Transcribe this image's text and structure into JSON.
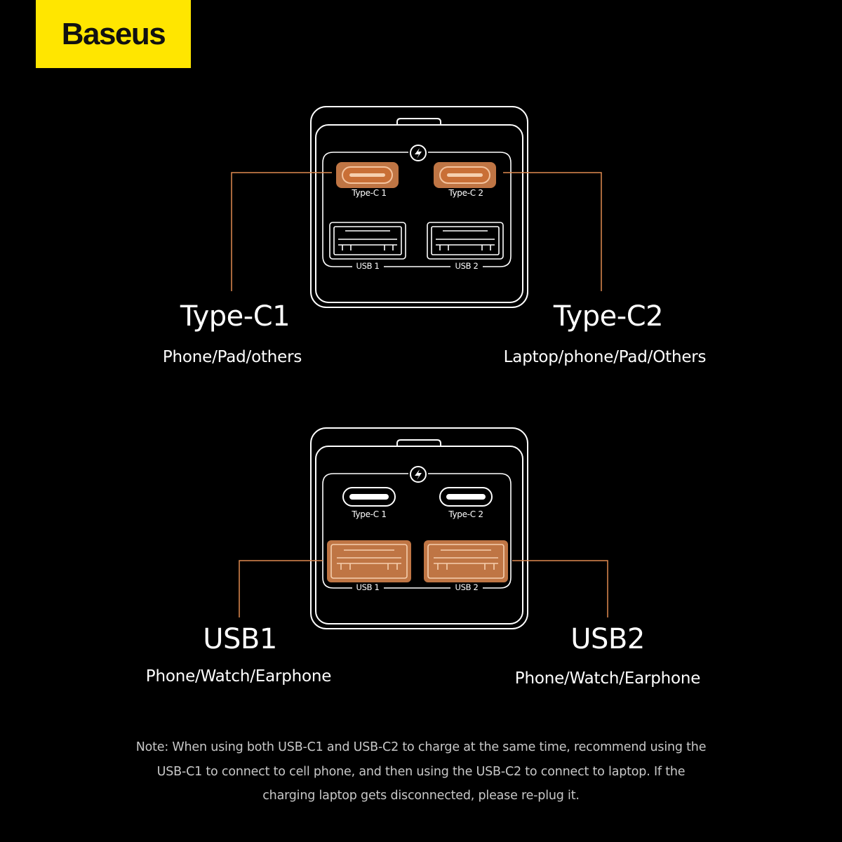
{
  "brand": {
    "name": "Baseus",
    "bg_color": "#FFE600"
  },
  "accent_color": "#E08A50",
  "diagrams": [
    {
      "highlight": "type-c",
      "ports": {
        "c1": "Type-C 1",
        "c2": "Type-C 2",
        "usb1": "USB 1",
        "usb2": "USB 2"
      },
      "left": {
        "title": "Type-C1",
        "subtitle": "Phone/Pad/others"
      },
      "right": {
        "title": "Type-C2",
        "subtitle": "Laptop/phone/Pad/Others"
      }
    },
    {
      "highlight": "usb",
      "ports": {
        "c1": "Type-C 1",
        "c2": "Type-C 2",
        "usb1": "USB 1",
        "usb2": "USB 2"
      },
      "left": {
        "title": "USB1",
        "subtitle": "Phone/Watch/Earphone"
      },
      "right": {
        "title": "USB2",
        "subtitle": "Phone/Watch/Earphone"
      }
    }
  ],
  "note": {
    "lines": [
      "Note: When using both USB-C1 and USB-C2 to charge at the same time, recommend using the",
      "USB-C1 to connect to cell phone, and then using the USB-C2 to connect to laptop. If the",
      "charging laptop gets disconnected, please re-plug it."
    ]
  }
}
